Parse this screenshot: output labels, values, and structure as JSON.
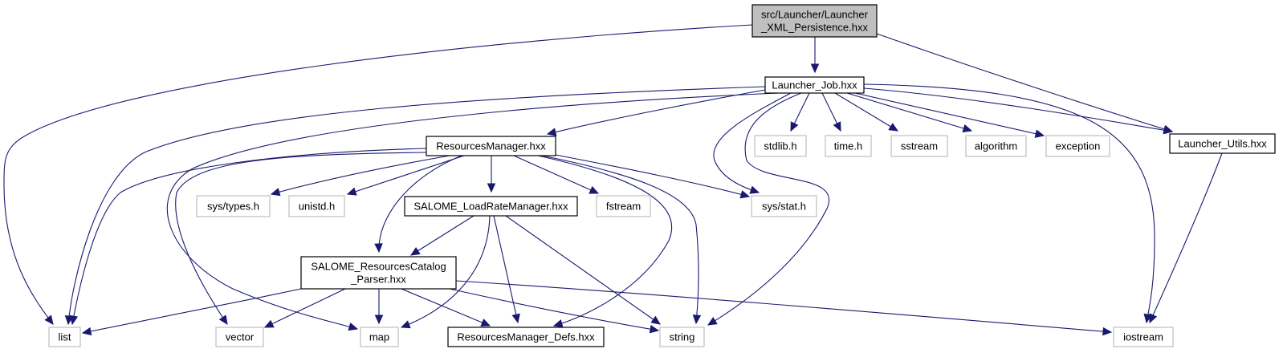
{
  "title": "Include dependency graph for src/Launcher/Launcher_XML_Persistence.hxx",
  "colors": {
    "edge": "#191970",
    "root_fill": "#bfbfbf",
    "documented_border": "#000000",
    "external_border": "#bfbfbf"
  },
  "nodes": {
    "root": {
      "lines": [
        "src/Launcher/Launcher",
        "_XML_Persistence.hxx"
      ],
      "kind": "root"
    },
    "launcher_job": {
      "lines": [
        "Launcher_Job.hxx"
      ],
      "kind": "documented"
    },
    "launcher_utils": {
      "lines": [
        "Launcher_Utils.hxx"
      ],
      "kind": "documented"
    },
    "resources_manager": {
      "lines": [
        "ResourcesManager.hxx"
      ],
      "kind": "documented"
    },
    "load_rate_manager": {
      "lines": [
        "SALOME_LoadRateManager.hxx"
      ],
      "kind": "documented"
    },
    "catalog_parser": {
      "lines": [
        "SALOME_ResourcesCatalog",
        "_Parser.hxx"
      ],
      "kind": "documented"
    },
    "resources_defs": {
      "lines": [
        "ResourcesManager_Defs.hxx"
      ],
      "kind": "documented"
    },
    "stdlib_h": {
      "lines": [
        "stdlib.h"
      ],
      "kind": "external"
    },
    "time_h": {
      "lines": [
        "time.h"
      ],
      "kind": "external"
    },
    "sstream": {
      "lines": [
        "sstream"
      ],
      "kind": "external"
    },
    "algorithm": {
      "lines": [
        "algorithm"
      ],
      "kind": "external"
    },
    "exception": {
      "lines": [
        "exception"
      ],
      "kind": "external"
    },
    "sys_types_h": {
      "lines": [
        "sys/types.h"
      ],
      "kind": "external"
    },
    "unistd_h": {
      "lines": [
        "unistd.h"
      ],
      "kind": "external"
    },
    "fstream": {
      "lines": [
        "fstream"
      ],
      "kind": "external"
    },
    "sys_stat_h": {
      "lines": [
        "sys/stat.h"
      ],
      "kind": "external"
    },
    "list": {
      "lines": [
        "list"
      ],
      "kind": "external"
    },
    "vector": {
      "lines": [
        "vector"
      ],
      "kind": "external"
    },
    "map": {
      "lines": [
        "map"
      ],
      "kind": "external"
    },
    "string": {
      "lines": [
        "string"
      ],
      "kind": "external"
    },
    "iostream": {
      "lines": [
        "iostream"
      ],
      "kind": "external"
    }
  },
  "edges": [
    {
      "from": "root",
      "to": "launcher_job"
    },
    {
      "from": "root",
      "to": "launcher_utils"
    },
    {
      "from": "root",
      "to": "list"
    },
    {
      "from": "launcher_job",
      "to": "resources_manager"
    },
    {
      "from": "launcher_job",
      "to": "launcher_utils"
    },
    {
      "from": "launcher_job",
      "to": "stdlib_h"
    },
    {
      "from": "launcher_job",
      "to": "time_h"
    },
    {
      "from": "launcher_job",
      "to": "sstream"
    },
    {
      "from": "launcher_job",
      "to": "algorithm"
    },
    {
      "from": "launcher_job",
      "to": "exception"
    },
    {
      "from": "launcher_job",
      "to": "sys_stat_h"
    },
    {
      "from": "launcher_job",
      "to": "string"
    },
    {
      "from": "launcher_job",
      "to": "iostream"
    },
    {
      "from": "launcher_job",
      "to": "list"
    },
    {
      "from": "launcher_job",
      "to": "map"
    },
    {
      "from": "launcher_utils",
      "to": "iostream"
    },
    {
      "from": "resources_manager",
      "to": "load_rate_manager"
    },
    {
      "from": "resources_manager",
      "to": "catalog_parser"
    },
    {
      "from": "resources_manager",
      "to": "sys_types_h"
    },
    {
      "from": "resources_manager",
      "to": "unistd_h"
    },
    {
      "from": "resources_manager",
      "to": "fstream"
    },
    {
      "from": "resources_manager",
      "to": "sys_stat_h"
    },
    {
      "from": "resources_manager",
      "to": "string"
    },
    {
      "from": "resources_manager",
      "to": "resources_defs"
    },
    {
      "from": "resources_manager",
      "to": "list"
    },
    {
      "from": "resources_manager",
      "to": "vector"
    },
    {
      "from": "load_rate_manager",
      "to": "catalog_parser"
    },
    {
      "from": "load_rate_manager",
      "to": "resources_defs"
    },
    {
      "from": "load_rate_manager",
      "to": "map"
    },
    {
      "from": "load_rate_manager",
      "to": "string"
    },
    {
      "from": "catalog_parser",
      "to": "list"
    },
    {
      "from": "catalog_parser",
      "to": "vector"
    },
    {
      "from": "catalog_parser",
      "to": "map"
    },
    {
      "from": "catalog_parser",
      "to": "resources_defs"
    },
    {
      "from": "catalog_parser",
      "to": "string"
    },
    {
      "from": "catalog_parser",
      "to": "iostream"
    }
  ]
}
